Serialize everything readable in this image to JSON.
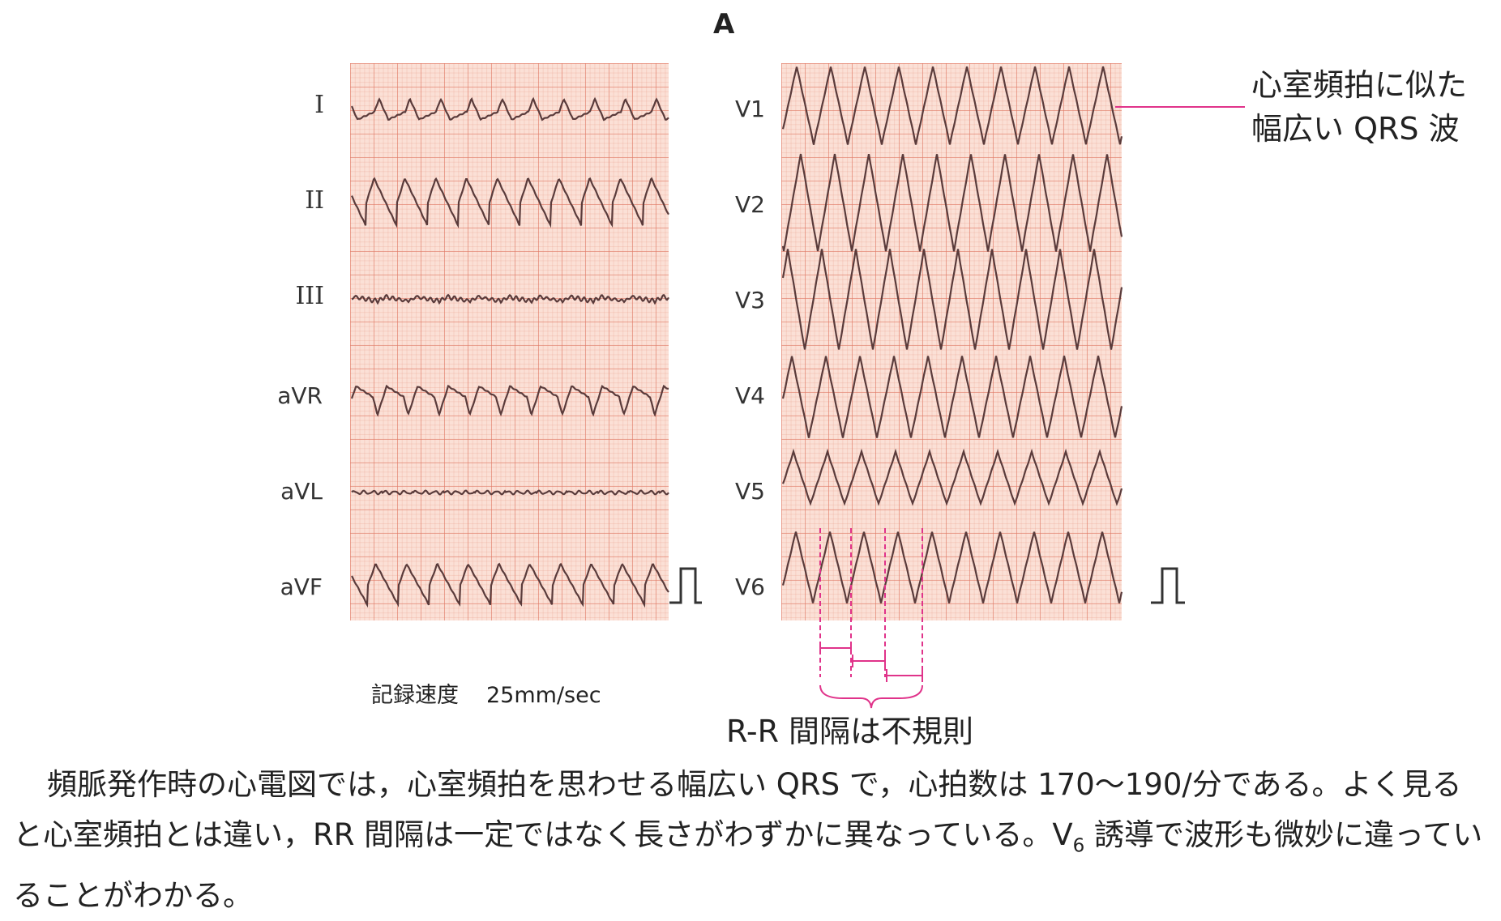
{
  "panel_label": "A",
  "limb_leads": [
    "I",
    "II",
    "III",
    "aVR",
    "aVL",
    "aVF"
  ],
  "chest_leads": [
    "V1",
    "V2",
    "V3",
    "V4",
    "V5",
    "V6"
  ],
  "callout": {
    "line1": "心室頻拍に似た",
    "line2": "幅広い QRS 波"
  },
  "recording_speed": {
    "label": "記録速度",
    "value": "25mm/sec"
  },
  "rr_annotation": "R-R 間隔は不規則",
  "caption": {
    "part1": "頻脈発作時の心電図では，心室頻拍を思わせる幅広い QRS で，心拍数は 170〜190/分である。よく見ると心室頻拍とは違い，RR 間隔は一定ではなく長さがわずかに異なっている。V",
    "subscript": "6",
    "part2": " 誘導で波形も微妙に違っていることがわかる。"
  },
  "colors": {
    "trace": "#5a3b3b",
    "annotation": "#e0338a",
    "grid_bg": "#fbe0d6"
  }
}
